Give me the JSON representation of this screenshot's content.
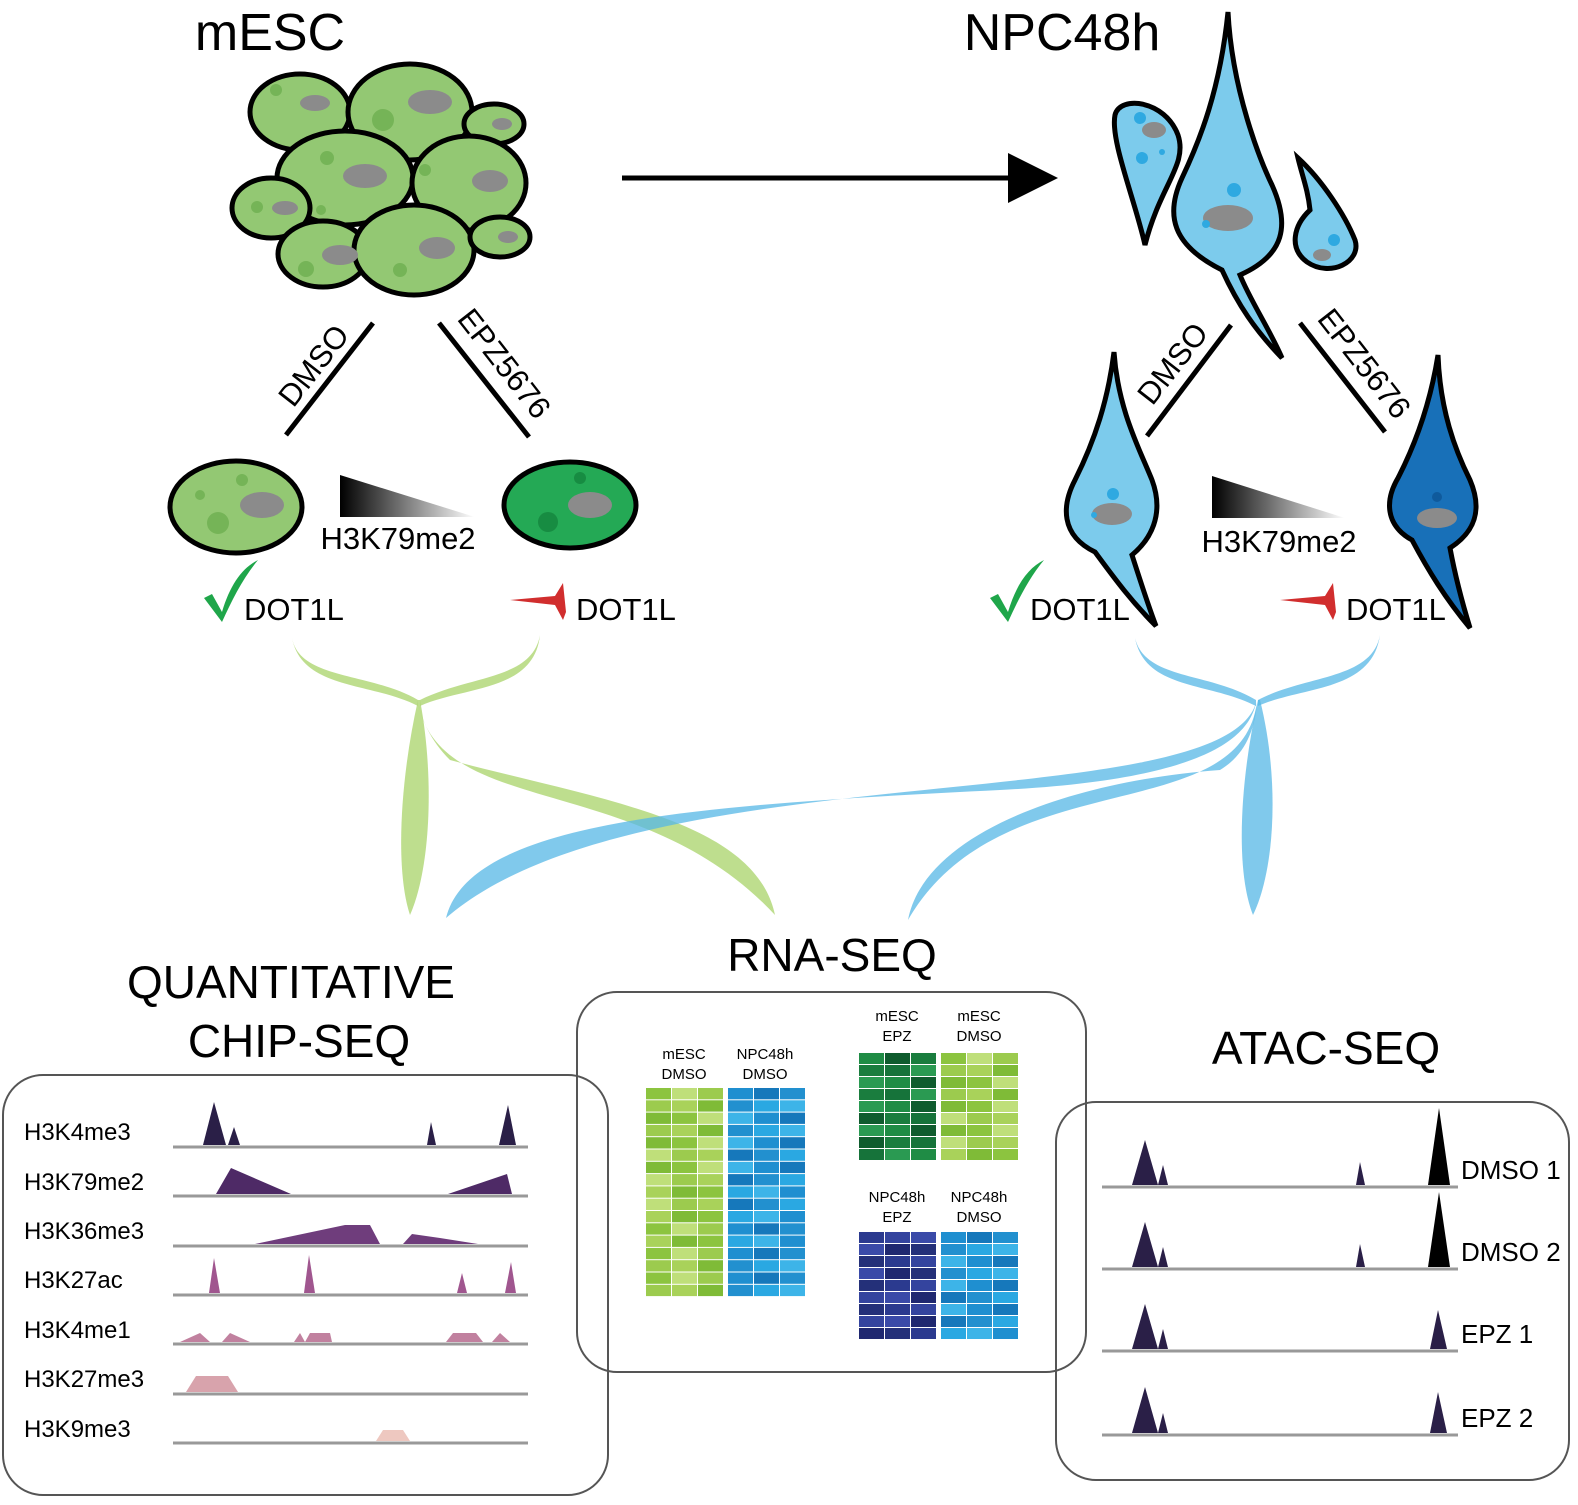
{
  "title_left": "mESC",
  "title_right": "NPC48h",
  "treatments": {
    "control": "DMSO",
    "inhibitor": "EPZ5676"
  },
  "gradient_label": "H3K79me2",
  "enzyme_label": "DOT1L",
  "sections": {
    "chip": {
      "line1": "QUANTITATIVE",
      "line2": "CHIP-SEQ"
    },
    "rna": "RNA-SEQ",
    "atac": "ATAC-SEQ"
  },
  "chip_tracks": [
    {
      "name": "H3K4me3",
      "color": "#2a1f47"
    },
    {
      "name": "H3K79me2",
      "color": "#4e2a66"
    },
    {
      "name": "H3K36me3",
      "color": "#6f3d7c"
    },
    {
      "name": "H3K27ac",
      "color": "#a0568f"
    },
    {
      "name": "H3K4me1",
      "color": "#c1819f"
    },
    {
      "name": "H3K27me3",
      "color": "#d8a3ac"
    },
    {
      "name": "H3K9me3",
      "color": "#eec8c0"
    }
  ],
  "rna_heatmaps": [
    {
      "line1": "mESC",
      "line2": "DMSO"
    },
    {
      "line1": "NPC48h",
      "line2": "DMSO"
    },
    {
      "line1": "mESC",
      "line2": "EPZ"
    },
    {
      "line1": "mESC",
      "line2": "DMSO"
    },
    {
      "line1": "NPC48h",
      "line2": "EPZ"
    },
    {
      "line1": "NPC48h",
      "line2": "DMSO"
    }
  ],
  "atac_tracks": [
    "DMSO 1",
    "DMSO 2",
    "EPZ 1",
    "EPZ 2"
  ],
  "colors": {
    "mesc_cell": "#93c873",
    "mesc_cell_inhibited": "#24a955",
    "npc_cell": "#7ccbec",
    "npc_cell_inhibited": "#1870b8",
    "nucleus": "#8b8b8b",
    "check": "#1fa64a",
    "inhibit": "#d12e2e",
    "green_ribbon": "#b3d87a",
    "blue_ribbon": "#55b7e6"
  }
}
